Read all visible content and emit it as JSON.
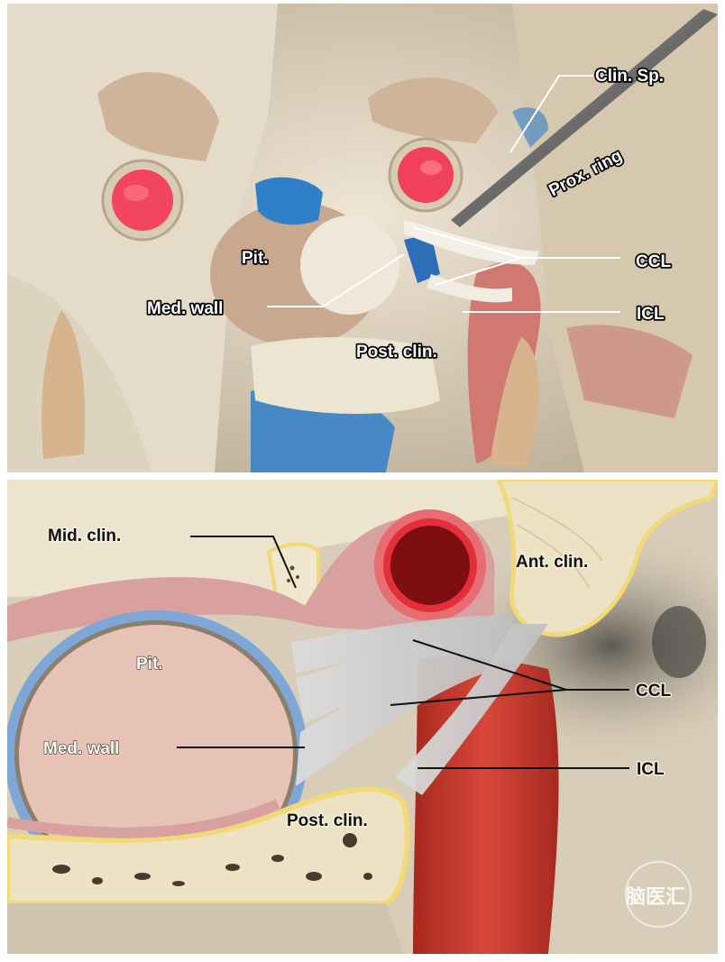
{
  "top_photo": {
    "labels": {
      "clin_sp": "Clin. Sp.",
      "prox_ring": "Prox. ring",
      "pit": "Pit.",
      "ccl": "CCL",
      "icl": "ICL",
      "med_wall": "Med. wall",
      "post_clin": "Post. clin."
    }
  },
  "bottom_illustration": {
    "labels": {
      "mid_clin": "Mid. clin.",
      "ant_clin": "Ant. clin.",
      "pit": "Pit.",
      "ccl": "CCL",
      "med_wall": "Med. wall",
      "icl": "ICL",
      "post_clin": "Post. clin."
    },
    "watermark": "脑医汇"
  },
  "colors": {
    "blue_latex": "#2f7fc9",
    "red_latex": "#e8364a",
    "carotid_red": "#c8362a",
    "pituitary": "#e7c3b5",
    "medial_wall_blue": "#7ea6d6",
    "bone": "#efe8c4",
    "bone_rim": "#f2d977"
  }
}
